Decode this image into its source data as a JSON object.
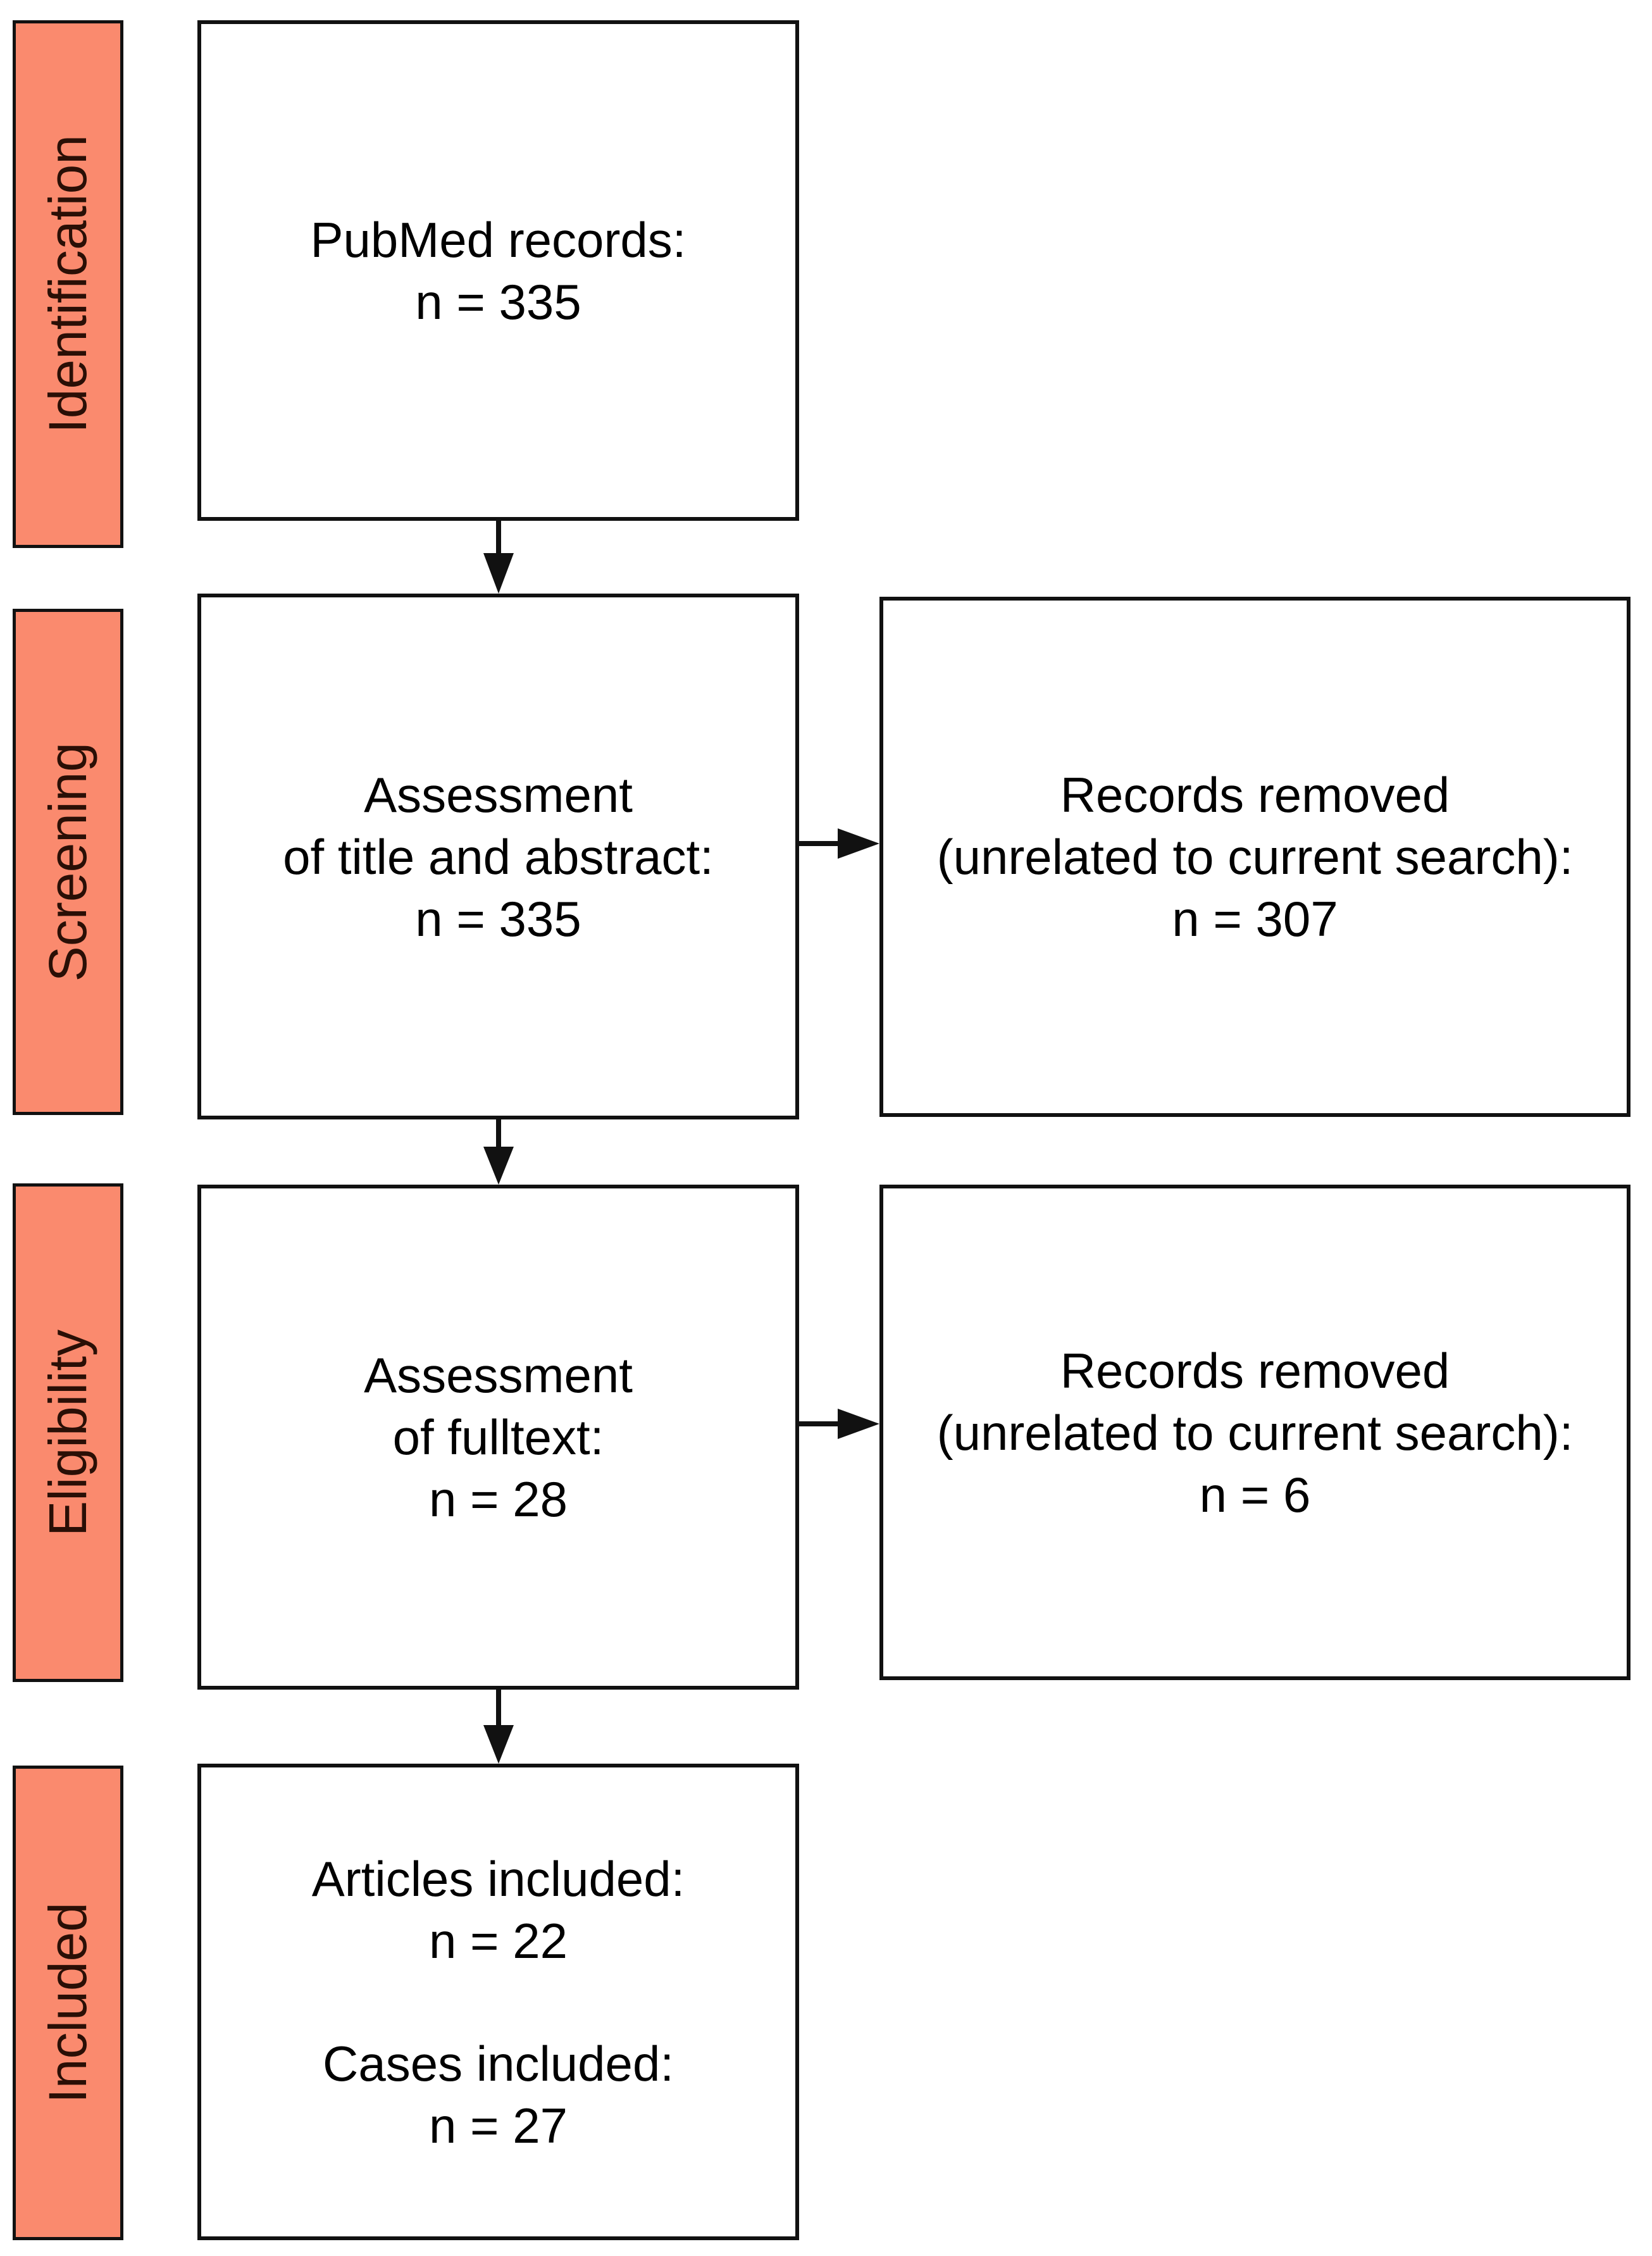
{
  "palette": {
    "bar_fill": "#fa8a6e",
    "bar_text": "#2a0f06",
    "line": "#111111",
    "text": "#000000",
    "background": "#ffffff"
  },
  "stages": [
    {
      "label": "Identification"
    },
    {
      "label": "Screening"
    },
    {
      "label": "Eligibility"
    },
    {
      "label": "Included"
    }
  ],
  "boxes": {
    "pubmed": {
      "lines": [
        "PubMed records:",
        "n = 335"
      ]
    },
    "title_abstract": {
      "lines": [
        "Assessment",
        "of title and abstract:",
        "n = 335"
      ]
    },
    "removed_screening": {
      "lines": [
        "Records removed",
        "(unrelated to current search):",
        "n = 307"
      ]
    },
    "fulltext": {
      "lines": [
        "Assessment",
        "of fulltext:",
        "n = 28"
      ]
    },
    "removed_eligibility": {
      "lines": [
        "Records removed",
        "(unrelated to current search):",
        "n = 6"
      ]
    },
    "included": {
      "group1": [
        "Articles included:",
        "n = 22"
      ],
      "group2": [
        "Cases included:",
        "n = 27"
      ]
    }
  }
}
